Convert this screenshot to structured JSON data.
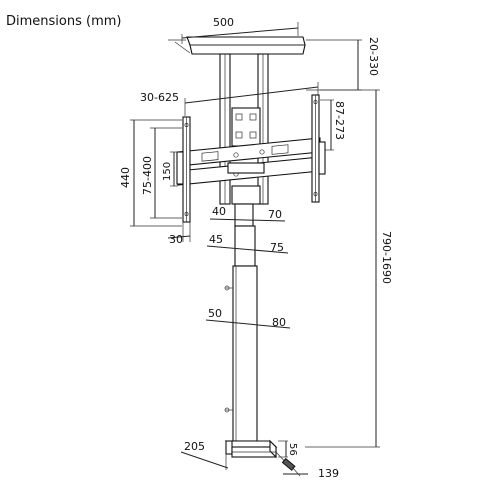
{
  "title": "Dimensions (mm)",
  "dims": {
    "top_width": "500",
    "top_height": "20-330",
    "arm_span": "30-625",
    "vesa_vertical": "87-273",
    "bracket_height": "440",
    "vesa_range": "75-400",
    "plate_150": "150",
    "bracket_offset": "30",
    "section1_inner": "40",
    "section1_outer": "70",
    "section2_inner": "45",
    "section2_outer": "75",
    "section3_inner": "50",
    "section3_outer": "80",
    "total_height": "790-1690",
    "base_width": "205",
    "base_height": "56",
    "base_depth": "139"
  }
}
